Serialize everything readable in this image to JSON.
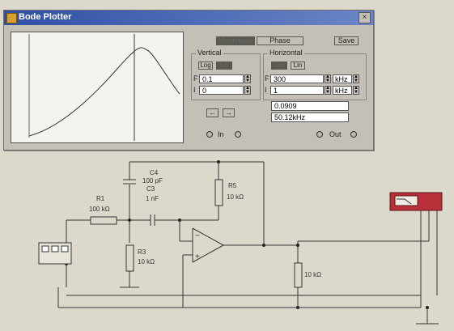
{
  "window": {
    "title": "Bode Plotter",
    "close": "×"
  },
  "tabs": {
    "magnitude": "Magnitude",
    "phase": "Phase",
    "save": "Save"
  },
  "vertical": {
    "label": "Vertical",
    "log": "Log",
    "lin": "Lin",
    "f_value": "0.1",
    "i_value": "0",
    "f_prefix": "F",
    "i_prefix": "I"
  },
  "horizontal": {
    "label": "Horizontal",
    "log": "Log",
    "lin": "Lin",
    "f_value": "300",
    "i_value": "1",
    "f_unit": "kHz",
    "i_unit": "kHz",
    "f_prefix": "F",
    "i_prefix": "I"
  },
  "readout": {
    "value": "0.0909",
    "frequency": "50.12kHz",
    "left_arrow": "←",
    "right_arrow": "→"
  },
  "terminals": {
    "in": "In",
    "out": "Out"
  },
  "circuit": {
    "c4_name": "C4",
    "c4_value": "100 pF",
    "c3_name": "C3",
    "c3_value": "1 nF",
    "r1_name": "R1",
    "r1_value": "100 kΩ",
    "r3_name": "R3",
    "r3_value": "10 kΩ",
    "r5_name": "R5",
    "r5_value": "10 kΩ",
    "rload_value": "10 kΩ"
  },
  "colors": {
    "titlebar": "#2f4fa6",
    "window": "#c4c0b8",
    "plot_bg": "#f4f4ee",
    "meter": "#b8303a"
  }
}
